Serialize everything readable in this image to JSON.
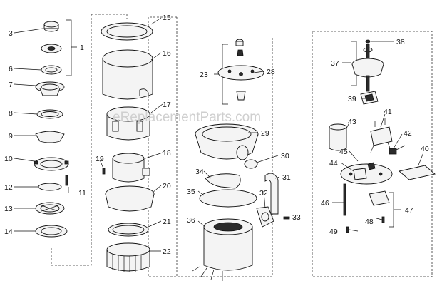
{
  "watermark": "eReplacementParts.com",
  "callouts": [
    "1",
    "3",
    "6",
    "7",
    "8",
    "9",
    "10",
    "11",
    "12",
    "13",
    "14",
    "15",
    "16",
    "17",
    "18",
    "19",
    "20",
    "21",
    "22",
    "23",
    "28",
    "29",
    "30",
    "31",
    "32",
    "33",
    "34",
    "35",
    "36",
    "37",
    "38",
    "39",
    "40",
    "41",
    "42",
    "43",
    "44",
    "45",
    "46",
    "47",
    "48",
    "49"
  ]
}
